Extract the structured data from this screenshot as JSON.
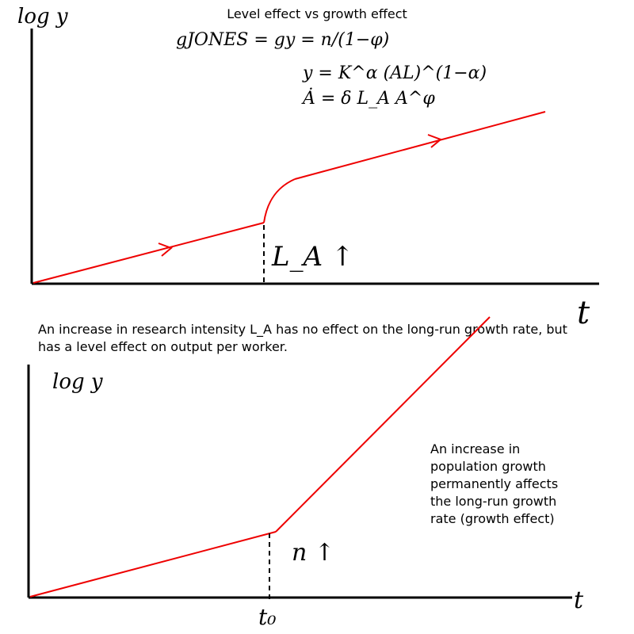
{
  "title": "Level effect vs growth effect",
  "panel_top": {
    "y_label": "log y",
    "x_label": "t",
    "equations": {
      "jones": "gJONES = gy = n/(1−φ)",
      "output": "y = K^α (AL)^(1−α)",
      "ideas": "Ȧ = δ L_A A^φ"
    },
    "shock_label": "L_A ↑"
  },
  "caption": "An increase in research intensity L_A has no effect on the long-run growth rate, but has a level effect on output per worker.",
  "panel_bottom": {
    "y_label": "log y",
    "x_label": "t",
    "shock_label": "n ↑",
    "time_label": "t₀",
    "note": "An increase in population growth permanently affects the long-run growth rate (growth effect)"
  },
  "colors": {
    "path": "#ee0000",
    "axis": "#000000"
  }
}
